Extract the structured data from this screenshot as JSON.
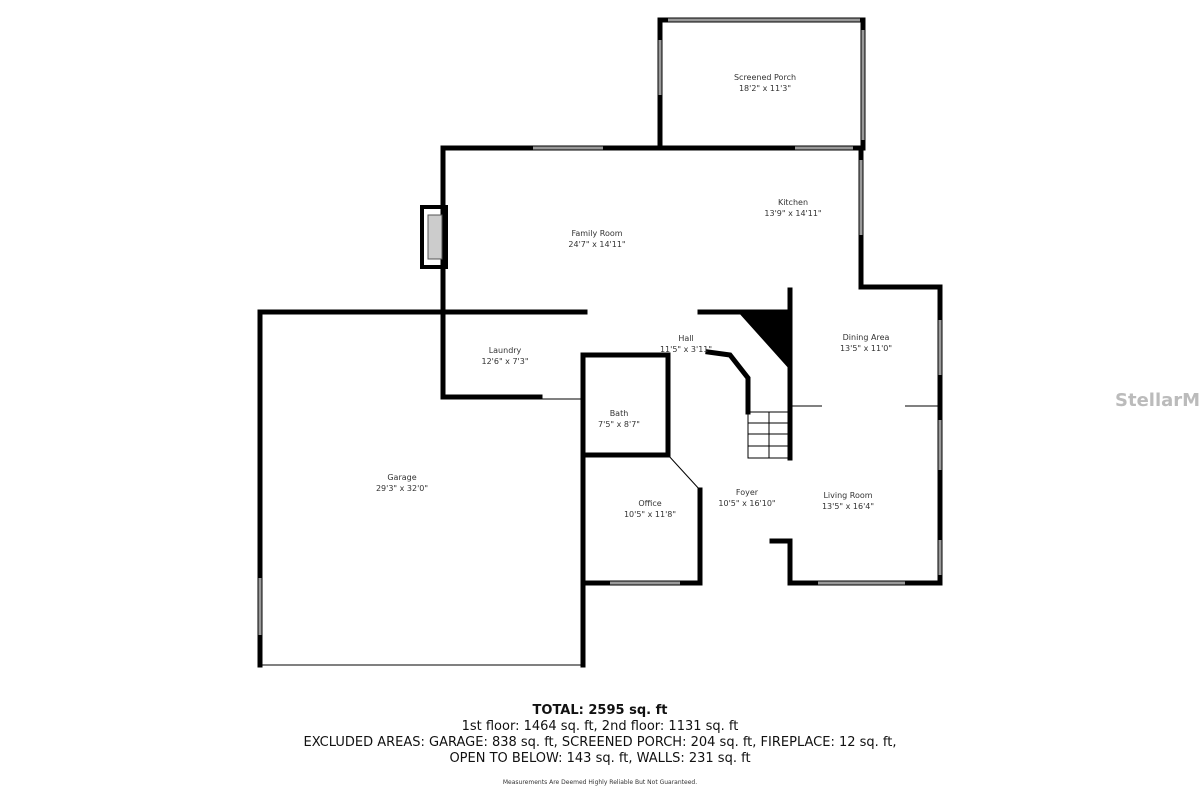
{
  "rooms": {
    "screened_porch": {
      "name": "Screened Porch",
      "size": "18'2\" x 11'3\""
    },
    "family_room": {
      "name": "Family Room",
      "size": "24'7\" x 14'11\""
    },
    "kitchen": {
      "name": "Kitchen",
      "size": "13'9\" x 14'11\""
    },
    "dining_area": {
      "name": "Dining Area",
      "size": "13'5\" x 11'0\""
    },
    "hall": {
      "name": "Hall",
      "size": "11'5\" x 3'11\""
    },
    "laundry": {
      "name": "Laundry",
      "size": "12'6\" x 7'3\""
    },
    "bath": {
      "name": "Bath",
      "size": "7'5\" x 8'7\""
    },
    "garage": {
      "name": "Garage",
      "size": "29'3\" x 32'0\""
    },
    "office": {
      "name": "Office",
      "size": "10'5\" x 11'8\""
    },
    "foyer": {
      "name": "Foyer",
      "size": "10'5\" x 16'10\""
    },
    "living_room": {
      "name": "Living Room",
      "size": "13'5\" x 16'4\""
    }
  },
  "summary": {
    "total": "TOTAL: 2595 sq. ft",
    "floors": "1st floor: 1464 sq. ft, 2nd floor: 1131 sq. ft",
    "excluded_1": "EXCLUDED AREAS: GARAGE: 838 sq. ft, SCREENED PORCH: 204 sq. ft, FIREPLACE: 12 sq. ft,",
    "excluded_2": "OPEN TO BELOW: 143 sq. ft, WALLS: 231 sq. ft",
    "disclaimer": "Measurements Are Deemed Highly Reliable But Not Guaranteed."
  },
  "watermark": "StellarMLS",
  "colors": {
    "wall": "#000000",
    "window": "#999999",
    "watermark": "#bbbbbb"
  }
}
